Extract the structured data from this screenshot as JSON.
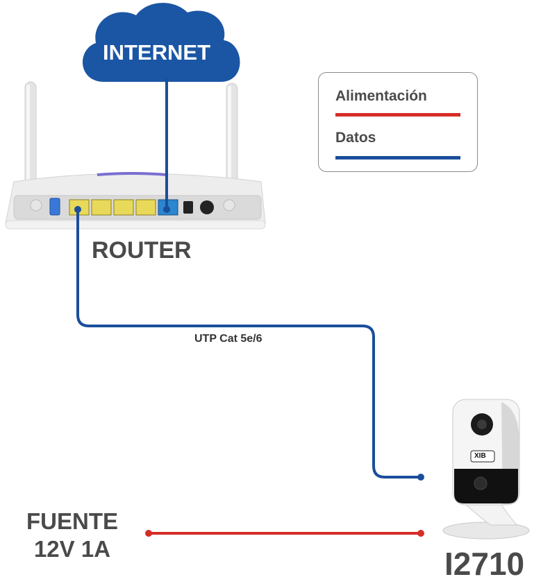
{
  "cloud": {
    "label": "INTERNET",
    "color": "#1b56a4"
  },
  "router": {
    "label": "ROUTER"
  },
  "cable": {
    "label": "UTP Cat 5e/6"
  },
  "power": {
    "label_line1": "FUENTE",
    "label_line2": "12V 1A"
  },
  "camera": {
    "label": "I2710",
    "brand_badge": "XIB"
  },
  "legend": {
    "items": [
      {
        "label": "Alimentación",
        "color": "#d62d27"
      },
      {
        "label": "Datos",
        "color": "#1b4e9b"
      }
    ]
  }
}
